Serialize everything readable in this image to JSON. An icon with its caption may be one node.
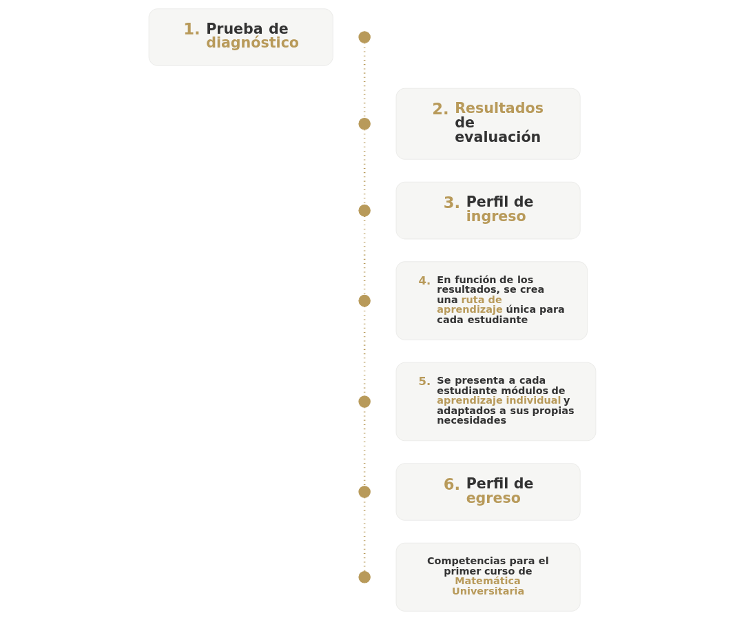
{
  "diagram": {
    "nodes": [
      {
        "text": [
          "1.",
          "Prueba de **diagnóstico**"
        ]
      },
      {
        "text": [],
        "shape": "circle"
      },
      {
        "text": [
          "2.",
          "**Resultados** de evaluación"
        ]
      },
      {
        "text": [],
        "shape": "circle"
      },
      {
        "text": [
          "3.",
          "Perfil de **ingreso**"
        ]
      },
      {
        "text": [],
        "shape": "circle"
      },
      {
        "text": [
          "4.",
          "En función de los resultados, se crea una **ruta de aprendizaje** única para cada estudiante"
        ]
      },
      {
        "text": [],
        "shape": "circle"
      },
      {
        "text": [
          "5.",
          "Se presenta a cada estudiante módulos de **aprendizaje individual** y adaptados a sus propias necesidades"
        ]
      },
      {
        "text": [],
        "shape": "circle"
      },
      {
        "text": [
          "6.",
          "Perfil de **egreso**"
        ]
      },
      {
        "text": [],
        "shape": "circle"
      },
      {
        "text": [
          "Competencias para el primer curso de **Matemática Universitaria**"
        ]
      },
      {
        "text": [],
        "shape": "circle"
      }
    ],
    "edges": [
      {
        "from": 1,
        "to": 3,
        "arrow": "none",
        "style": "dashed"
      },
      {
        "from": 3,
        "to": 5,
        "arrow": "none",
        "style": "dashed"
      },
      {
        "from": 5,
        "to": 7,
        "arrow": "none",
        "style": "dashed"
      },
      {
        "from": 7,
        "to": 9,
        "arrow": "none",
        "style": "dashed"
      },
      {
        "from": 9,
        "to": 11,
        "arrow": "none",
        "style": "dashed"
      },
      {
        "from": 11,
        "to": 13,
        "arrow": "none",
        "style": "dashed"
      }
    ]
  }
}
